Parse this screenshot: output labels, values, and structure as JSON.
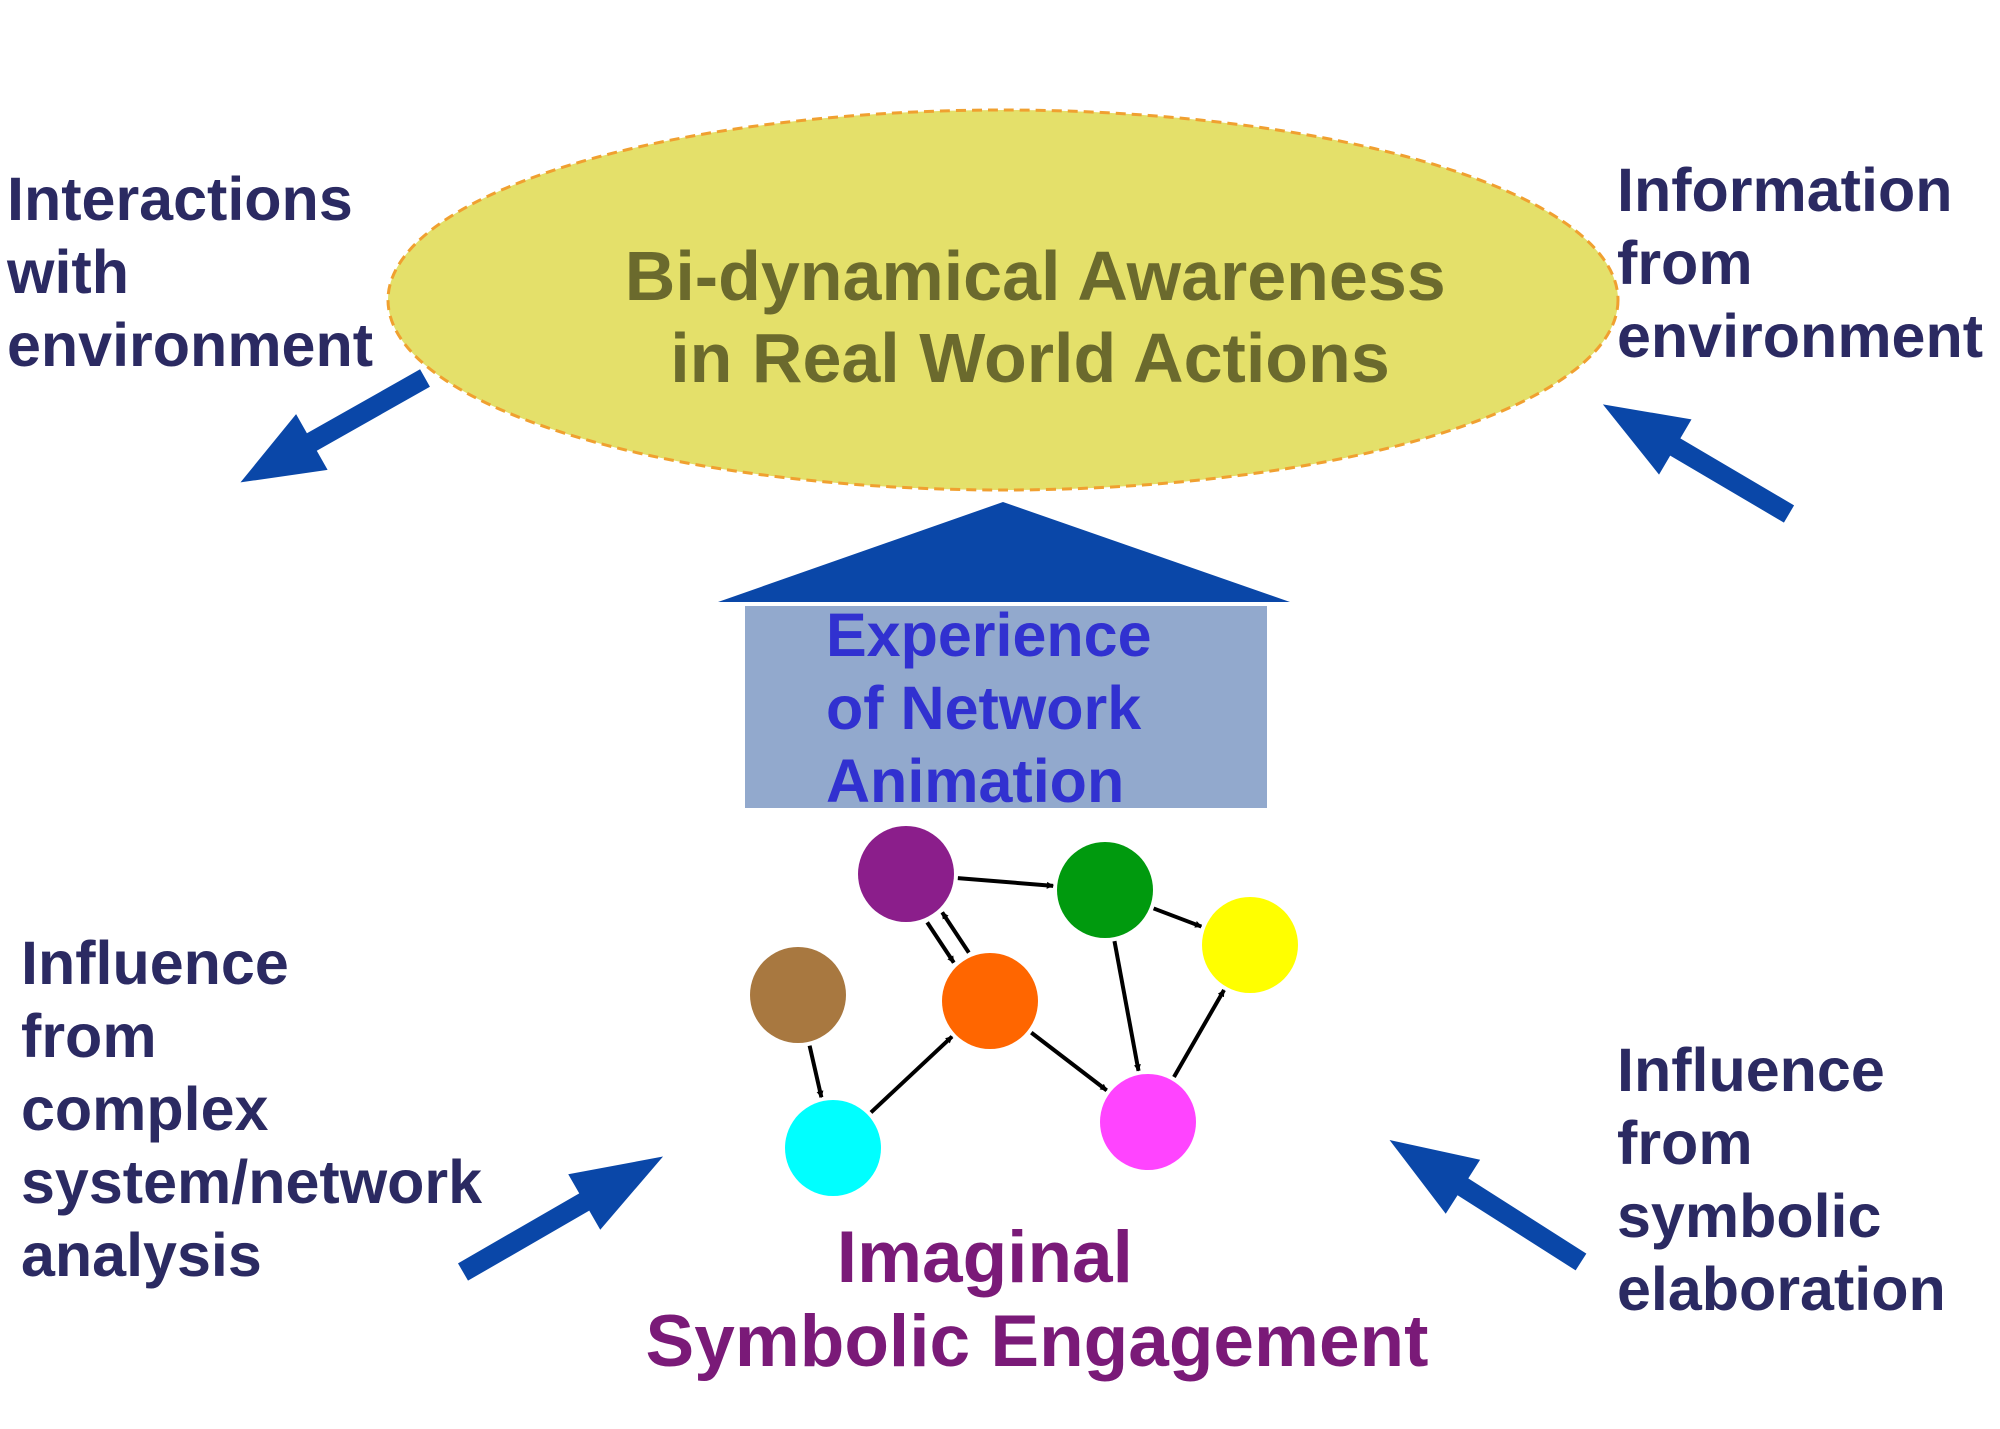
{
  "colors": {
    "side_text": "#2b2a62",
    "ellipse_fill": "#e4e06a",
    "ellipse_stroke": "#f0a030",
    "ellipse_text": "#6b6a2d",
    "arrow_blue": "#0a47a8",
    "box_fill": "#92a9cd",
    "box_text": "#3131d0",
    "bottom_text": "#7a1a78",
    "edge": "#000000"
  },
  "labels": {
    "top_left": [
      "Interactions",
      "with",
      "environment"
    ],
    "top_right": [
      "Information",
      "from",
      "environment"
    ],
    "bottom_left": [
      "Influence",
      "from",
      "complex",
      "system/network",
      "analysis"
    ],
    "bottom_right": [
      "Influence",
      "from",
      "symbolic",
      "elaboration"
    ],
    "ellipse": [
      "Bi-dynamical Awareness",
      "in Real World Actions"
    ],
    "box": [
      "Experience",
      "of Network",
      "Animation"
    ],
    "bottom": [
      "Imaginal",
      "Symbolic Engagement"
    ]
  },
  "network": {
    "nodes": [
      {
        "id": "purple",
        "color": "#8b1e8b"
      },
      {
        "id": "green",
        "color": "#009a0e"
      },
      {
        "id": "yellow",
        "color": "#ffff00"
      },
      {
        "id": "orange",
        "color": "#ff6600"
      },
      {
        "id": "brown",
        "color": "#a87840"
      },
      {
        "id": "cyan",
        "color": "#00ffff"
      },
      {
        "id": "pink",
        "color": "#ff44ff"
      }
    ],
    "edges": [
      {
        "from": "purple",
        "to": "green"
      },
      {
        "from": "purple",
        "to": "orange"
      },
      {
        "from": "orange",
        "to": "purple"
      },
      {
        "from": "green",
        "to": "yellow"
      },
      {
        "from": "green",
        "to": "pink"
      },
      {
        "from": "pink",
        "to": "yellow"
      },
      {
        "from": "orange",
        "to": "pink"
      },
      {
        "from": "brown",
        "to": "cyan"
      },
      {
        "from": "cyan",
        "to": "orange"
      }
    ]
  }
}
